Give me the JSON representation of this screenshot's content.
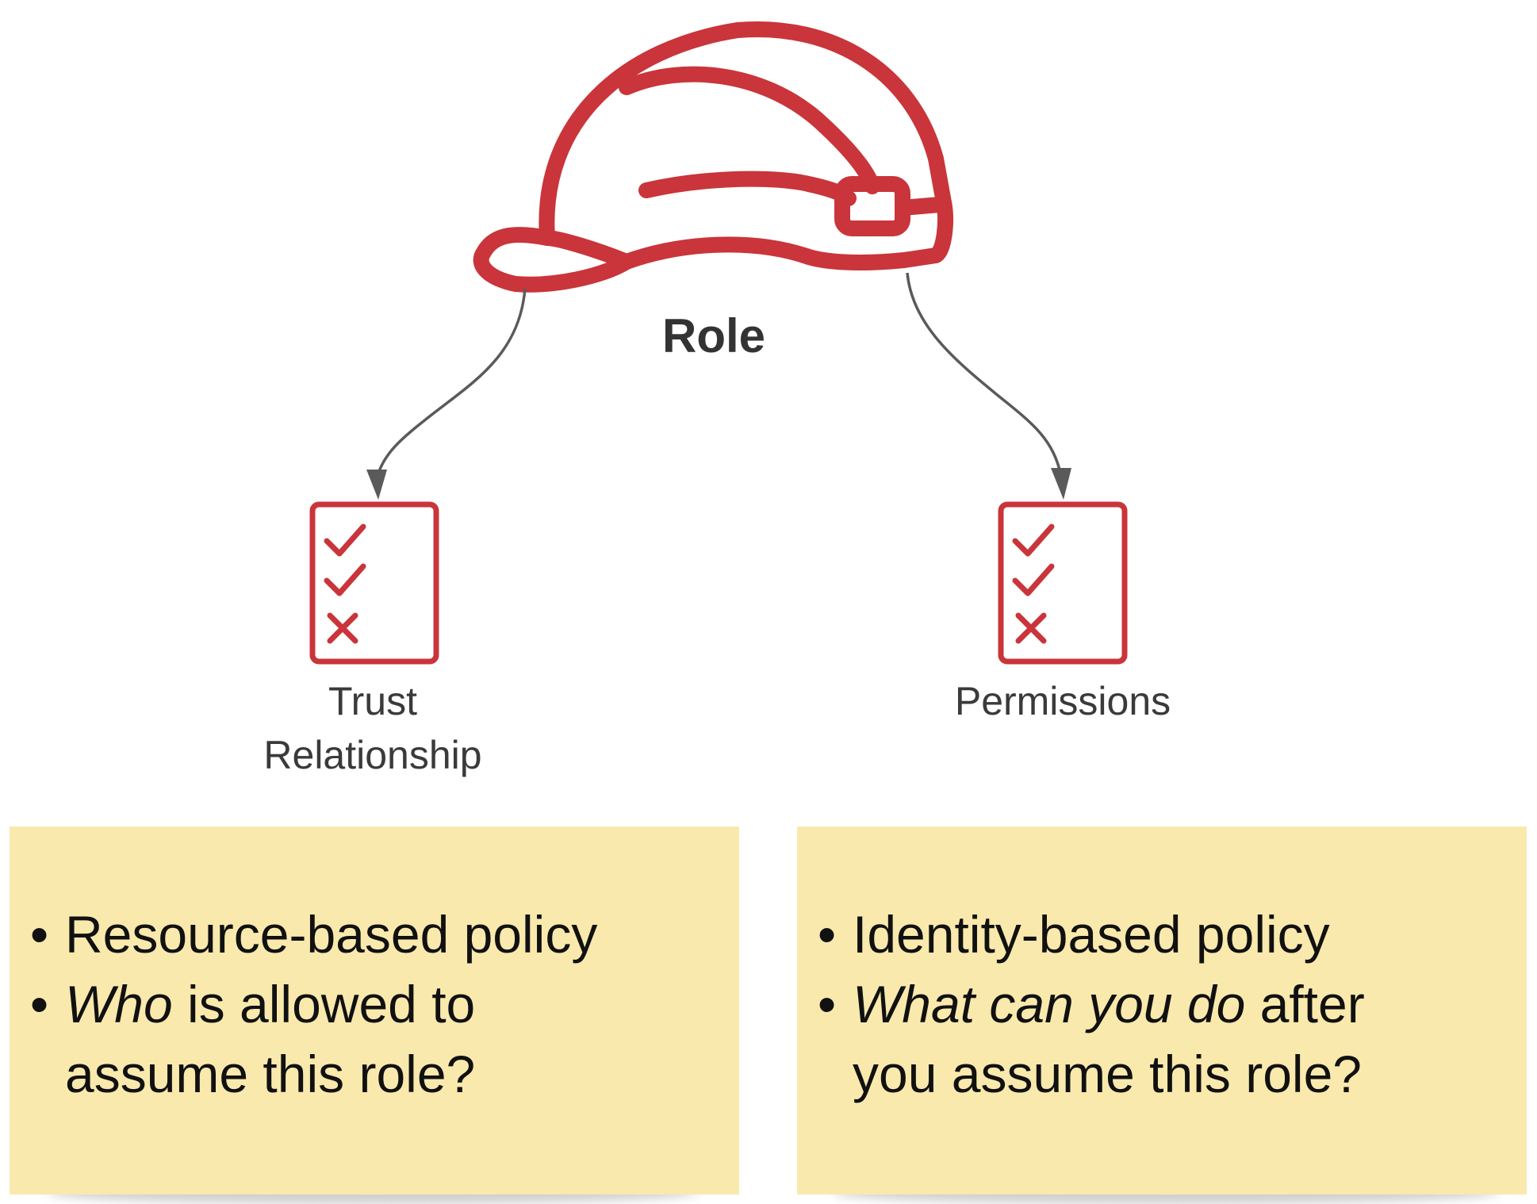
{
  "role": {
    "label": "Role",
    "icon": "hard-hat-icon"
  },
  "nodes": {
    "trust": {
      "line1": "Trust",
      "line2": "Relationship",
      "icon": "checklist-icon"
    },
    "permissions": {
      "label": "Permissions",
      "icon": "checklist-icon"
    }
  },
  "notes": {
    "left": {
      "item1": "Resource-based policy",
      "item2_em": "Who",
      "item2_rest": " is allowed to",
      "item2_line2": "assume this role?"
    },
    "right": {
      "item1": "Identity-based policy",
      "item2_em": "What can you do",
      "item2_rest": " after",
      "item2_line2": "you assume this role?"
    }
  },
  "colors": {
    "icon_red": "#c9353a",
    "arrow_gray": "#5a5a5a",
    "note_yellow": "#f9e9ad"
  }
}
